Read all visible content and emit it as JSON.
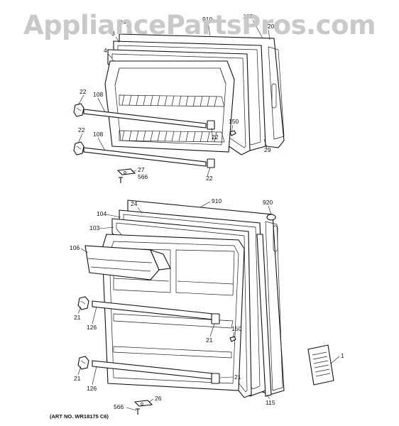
{
  "watermark": "AppliancePartsPros.com",
  "art_no": "(ART NO. WR18175 C6)",
  "callouts": {
    "top": [
      "24",
      "910",
      "125",
      "920",
      "3",
      "4",
      "22",
      "108",
      "22",
      "108",
      "150",
      "22",
      "29",
      "27",
      "566",
      "22"
    ],
    "bottom": [
      "24",
      "910",
      "920",
      "104",
      "103",
      "106",
      "21",
      "126",
      "150",
      "21",
      "21",
      "126",
      "21",
      "26",
      "566",
      "115",
      "1"
    ]
  }
}
